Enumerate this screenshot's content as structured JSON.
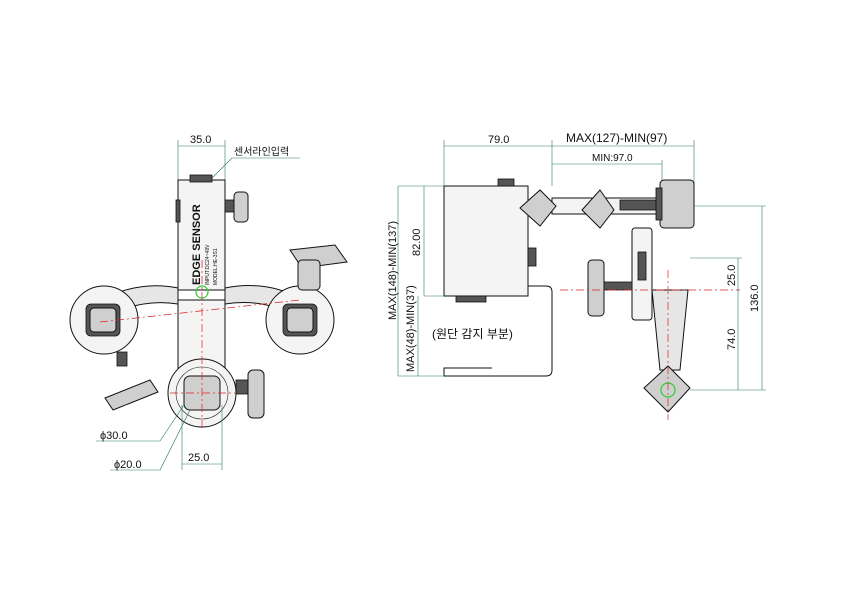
{
  "left_view": {
    "width_dim": "35.0",
    "sensor_line_label": "센서라인입력",
    "body_text": "EDGE SENSOR",
    "small_text": "INPUT:DC24~48V",
    "model_text": "MODEL:HE-3S1",
    "dia30": "ϕ30.0",
    "dia20": "ϕ20.0",
    "bottom_dim": "25.0"
  },
  "right_view": {
    "top_width": "79.0",
    "max_min_top": "MAX(127)-MIN(97)",
    "min_top": "MIN:97.0",
    "height_82": "82.00",
    "max_min_148": "MAX(148)-MIN(137)",
    "max_min_48": "MAX(48)-MIN(37)",
    "detect_part": "(원단 감지 부분)",
    "dim_25": "25.0",
    "dim_74": "74.0",
    "dim_136": "136.0"
  },
  "colors": {
    "centerline": "#e02020",
    "dimension": "#2a7a6a",
    "outline": "#111111",
    "sensor_mark": "#33cc33"
  }
}
